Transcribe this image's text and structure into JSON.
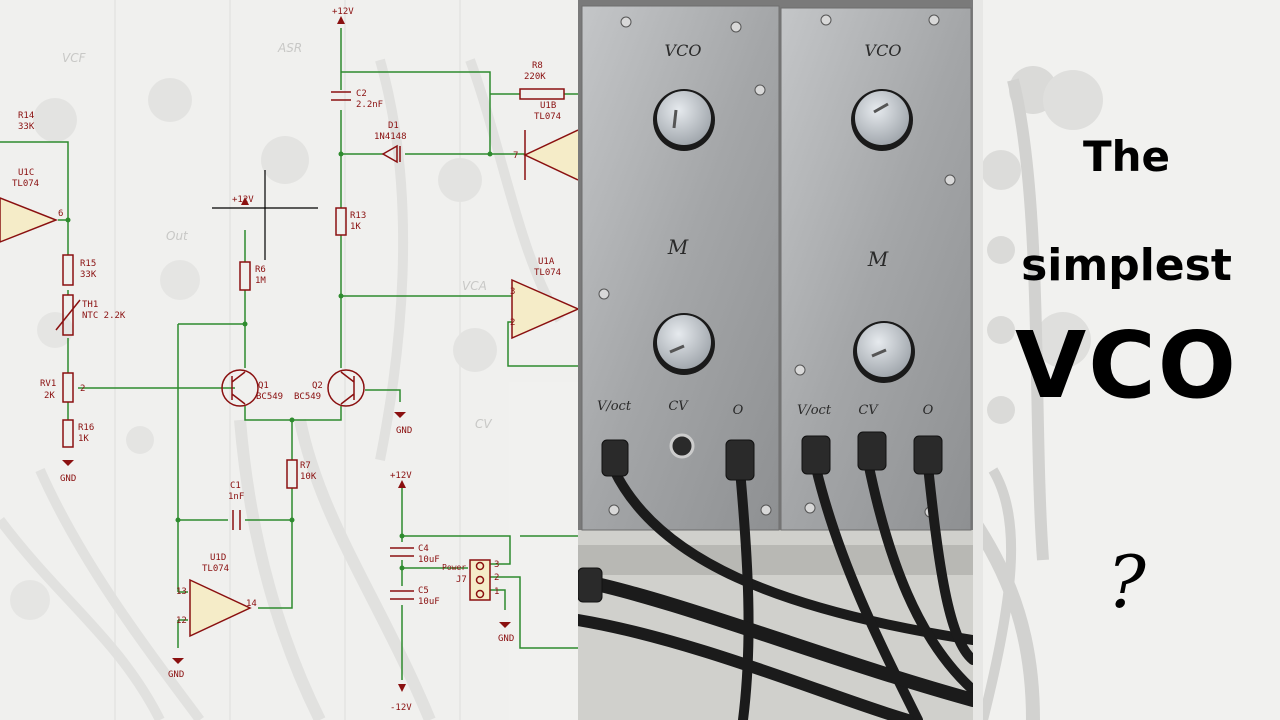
{
  "title": {
    "line1": "The",
    "line2": "simplest",
    "line3": "VCO",
    "line4": "?"
  },
  "panels": [
    {
      "top": "VCO",
      "mid": "M",
      "jacks": [
        "V/oct",
        "CV",
        "O"
      ]
    },
    {
      "top": "VCO",
      "mid": "M",
      "jacks": [
        "V/oct",
        "CV",
        "O"
      ]
    }
  ],
  "schematic": {
    "background_labels": [
      "VCF",
      "ASR",
      "Out",
      "VCA",
      "CV"
    ],
    "components": {
      "r14": "R14",
      "r14v": "33K",
      "u1c": "U1C",
      "u1cv": "TL074",
      "r15": "R15",
      "r15v": "33K",
      "th1": "TH1",
      "th1v": "NTC 2.2K",
      "rv1": "RV1",
      "rv1v": "2K",
      "r16": "R16",
      "r16v": "1K",
      "gnd": "GND",
      "c2": "C2",
      "c2v": "2.2nF",
      "d1": "D1",
      "d1v": "1N4148",
      "r8": "R8",
      "r8v": "220K",
      "u1b": "U1B",
      "u1bv": "TL074",
      "r13": "R13",
      "r13v": "1K",
      "r6": "R6",
      "r6v": "1M",
      "q1": "Q1",
      "q1v": "BC549",
      "q2": "Q2",
      "q2v": "BC549",
      "u1a": "U1A",
      "u1av": "TL074",
      "c1": "C1",
      "c1v": "1nF",
      "r7": "R7",
      "r7v": "10K",
      "u1d": "U1D",
      "u1dv": "TL074",
      "c4": "C4",
      "c4v": "10uF",
      "c5": "C5",
      "c5v": "10uF",
      "j7": "J7",
      "power": "Power",
      "p12": "+12V",
      "m12": "-12V"
    },
    "pins": {
      "p6": "6",
      "p7": "7",
      "p3": "3",
      "p2": "2",
      "p13": "13",
      "p12": "12",
      "p14": "14",
      "j3": "3",
      "j2": "2",
      "j1": "1"
    }
  },
  "colors": {
    "wire": "#2e8b2e",
    "component": "#8a1010",
    "panel": "#a8aaac",
    "title_text": "#000000"
  }
}
